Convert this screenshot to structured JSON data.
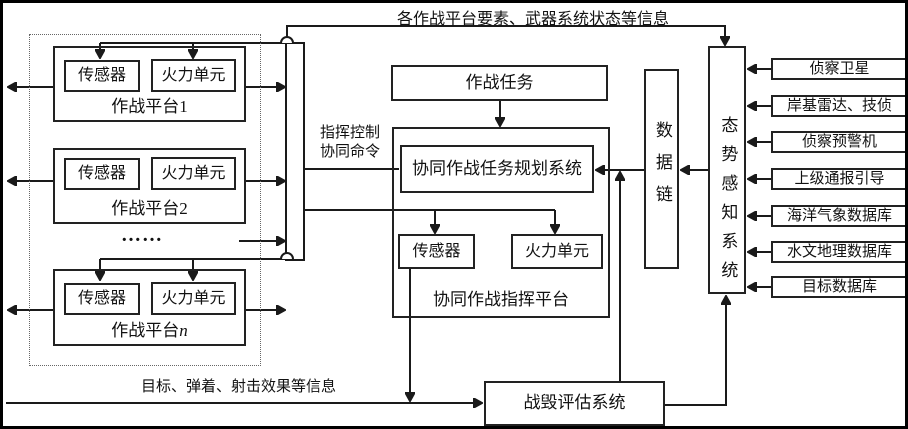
{
  "flows": {
    "top_label": "各作战平台要素、武器系统状态等信息",
    "bottom_label": "目标、弹着、射击效果等信息",
    "command": {
      "line1": "指挥控制",
      "line2": "协同命令"
    },
    "ellipsis": "……"
  },
  "platform_group": {
    "platforms": [
      {
        "sensor": "传感器",
        "fire_unit": "火力单元",
        "name_prefix": "作战平台",
        "index": "1"
      },
      {
        "sensor": "传感器",
        "fire_unit": "火力单元",
        "name_prefix": "作战平台",
        "index": "2"
      },
      {
        "sensor": "传感器",
        "fire_unit": "火力单元",
        "name_prefix": "作战平台",
        "index": "n"
      }
    ]
  },
  "command_platform": {
    "combat_task": "作战任务",
    "planning_system": "协同作战任务规划系统",
    "sensor": "传感器",
    "fire_unit": "火力单元",
    "label": "协同作战指挥平台"
  },
  "data_link": "数据链",
  "situation_awareness": "态势感知系统",
  "damage_assessment": "战毁评估系统",
  "info_sources": [
    "侦察卫星",
    "岸基雷达、技侦",
    "侦察预警机",
    "上级通报引导",
    "海洋气象数据库",
    "水文地理数据库",
    "目标数据库"
  ],
  "colors": {
    "line": "#1a1a1a",
    "background": "#ffffff",
    "text": "#111111"
  }
}
